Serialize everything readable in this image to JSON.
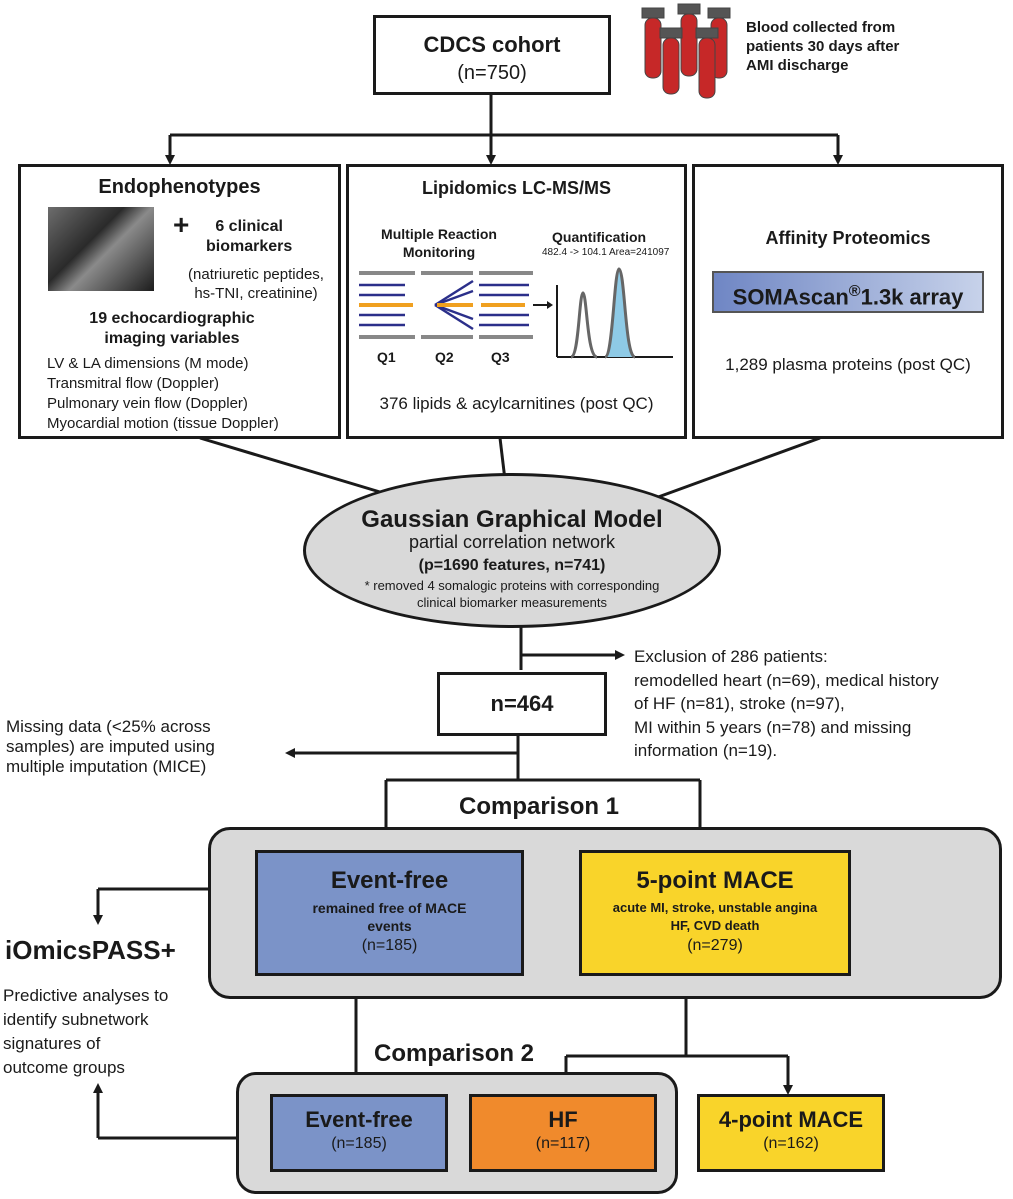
{
  "cohort": {
    "title": "CDCS cohort",
    "n": "(n=750)"
  },
  "blood_note": [
    "Blood collected from",
    "patients 30 days after",
    "AMI discharge"
  ],
  "endophenotypes": {
    "title": "Endophenotypes",
    "plus": "+",
    "clinical": [
      "6 clinical",
      "biomarkers"
    ],
    "clinical_detail": [
      "(natriuretic peptides,",
      "hs-TNI, creatinine)"
    ],
    "echo_title": [
      "19 echocardiographic",
      "imaging variables"
    ],
    "items": [
      "LV & LA dimensions (M mode)",
      "Transmitral flow (Doppler)",
      "Pulmonary vein flow (Doppler)",
      "Myocardial motion (tissue Doppler)"
    ]
  },
  "lipidomics": {
    "title": "Lipidomics LC-MS/MS",
    "mrm": [
      "Multiple Reaction",
      "Monitoring"
    ],
    "quant": "Quantification",
    "quant_detail": "482.4 -> 104.1 Area=241097",
    "q_labels": [
      "Q1",
      "Q2",
      "Q3"
    ],
    "footer": "376 lipids & acylcarnitines (post QC)"
  },
  "proteomics": {
    "title": "Affinity Proteomics",
    "array": "SOMAscan",
    "reg": "®",
    "array_suffix": "1.3k array",
    "footer": "1,289 plasma proteins (post QC)"
  },
  "ggm": {
    "title": "Gaussian Graphical Model",
    "subtitle": "partial correlation network",
    "params": "(p=1690 features, n=741)",
    "note": [
      "* removed 4 somalogic proteins with corresponding",
      "clinical biomarker measurements"
    ]
  },
  "exclusion": [
    "Exclusion of 286 patients:",
    "remodelled heart (n=69), medical history",
    "of HF (n=81), stroke (n=97),",
    "MI within 5 years (n=78) and missing",
    "information (n=19)."
  ],
  "n464": "n=464",
  "missing": [
    "Missing data (<25% across",
    "samples) are imputed using",
    "multiple imputation (MICE)"
  ],
  "comparison1": "Comparison 1",
  "comparison2": "Comparison 2",
  "event_free_1": {
    "title": "Event-free",
    "desc": [
      "remained free of MACE",
      "events"
    ],
    "n": "(n=185)"
  },
  "mace5": {
    "title": "5-point MACE",
    "desc": [
      "acute MI, stroke, unstable angina",
      "HF, CVD death"
    ],
    "n": "(n=279)"
  },
  "iomics": {
    "title": "iOmicsPASS+",
    "desc": [
      "Predictive analyses to",
      "identify subnetwork",
      "signatures of",
      "outcome groups"
    ]
  },
  "event_free_2": {
    "title": "Event-free",
    "n": "(n=185)"
  },
  "hf": {
    "title": "HF",
    "n": "(n=117)"
  },
  "mace4": {
    "title": "4-point MACE",
    "n": "(n=162)"
  },
  "colors": {
    "blue": "#7b93c8",
    "orange": "#f08a2c",
    "yellow": "#f9d42a",
    "gray_panel": "#d9d9d9",
    "ggm": "#d9d9d9"
  }
}
